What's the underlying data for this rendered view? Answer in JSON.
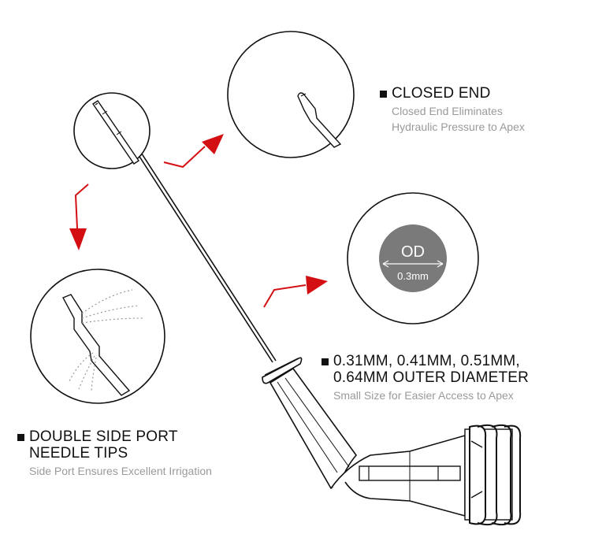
{
  "callouts": {
    "closed_end": {
      "title": "CLOSED END",
      "subtitle": "Closed End Eliminates\nHydraulic Pressure to Apex"
    },
    "outer_diameter": {
      "title": "0.31MM, 0.41MM, 0.51MM,\n0.64MM OUTER DIAMETER",
      "subtitle": "Small Size for Easier Access to Apex"
    },
    "side_port": {
      "title": "DOUBLE SIDE PORT\nNEEDLE TIPS",
      "subtitle": "Side Port Ensures Excellent Irrigation"
    }
  },
  "od_badge": {
    "label": "OD",
    "value": "0.3mm"
  },
  "colors": {
    "arrow": "#d40f14",
    "line": "#111111",
    "badge": "#7a7a7a",
    "subtitle": "#9a9a9a"
  }
}
